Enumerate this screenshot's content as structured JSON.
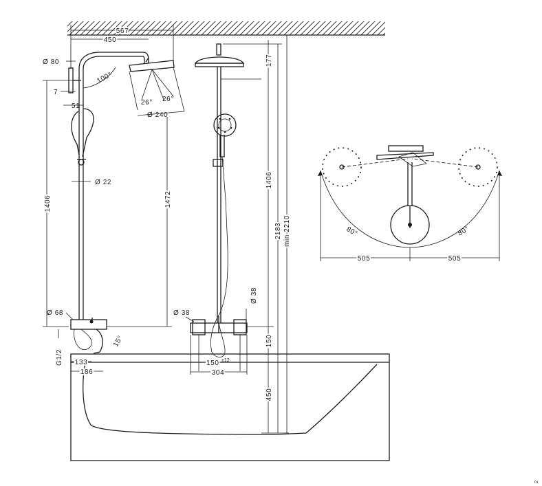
{
  "dimensions": {
    "width_total": "567",
    "arm_length": "450",
    "flange_dia": "Ø 80",
    "arm_angle": "100°",
    "flange_depth": "7",
    "offset_51": "51",
    "head_tilt_left": "26°",
    "head_tilt_right": "26°",
    "head_dia": "Ø 240",
    "pipe_dia": "Ø 22",
    "height_1406_left": "1406",
    "height_1472": "1472",
    "valve_dia_68": "Ø 68",
    "connection": "G1/2",
    "spout_angle": "15°",
    "depth_133": "133",
    "depth_186": "186",
    "top_177": "177",
    "height_1406_right": "1406",
    "height_2183": "2183",
    "height_min_2210": "min 2210",
    "thermo_dia_left": "Ø 38",
    "thermo_dia_right": "Ø 38",
    "offset_150_vertical": "150",
    "centers_150": "150",
    "centers_tolerance": "±12",
    "width_304": "304",
    "height_450": "450",
    "swivel_left": "80°",
    "swivel_right": "80°",
    "radius_left": "505",
    "radius_right": "505",
    "corner_mark": "2"
  }
}
